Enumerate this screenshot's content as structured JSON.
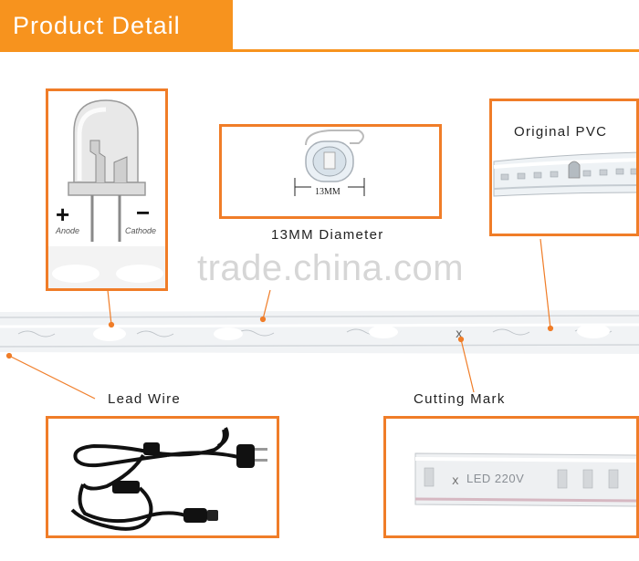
{
  "header": {
    "title": "Product Detail"
  },
  "labels": {
    "diameter": "13MM Diameter",
    "pvc": "Original PVC",
    "lead_wire": "Lead Wire",
    "cutting_mark": "Cutting Mark"
  },
  "led_panel": {
    "plus": "+",
    "minus": "−",
    "anode": "Anode",
    "cathode": "Cathode"
  },
  "tube_panel": {
    "dimension": "13MM"
  },
  "cut_panel": {
    "imprint": "LED 220V"
  },
  "watermark": "trade.china.com",
  "colors": {
    "accent": "#f7931e",
    "border": "#f07d28",
    "pointer": "#f07d28"
  }
}
